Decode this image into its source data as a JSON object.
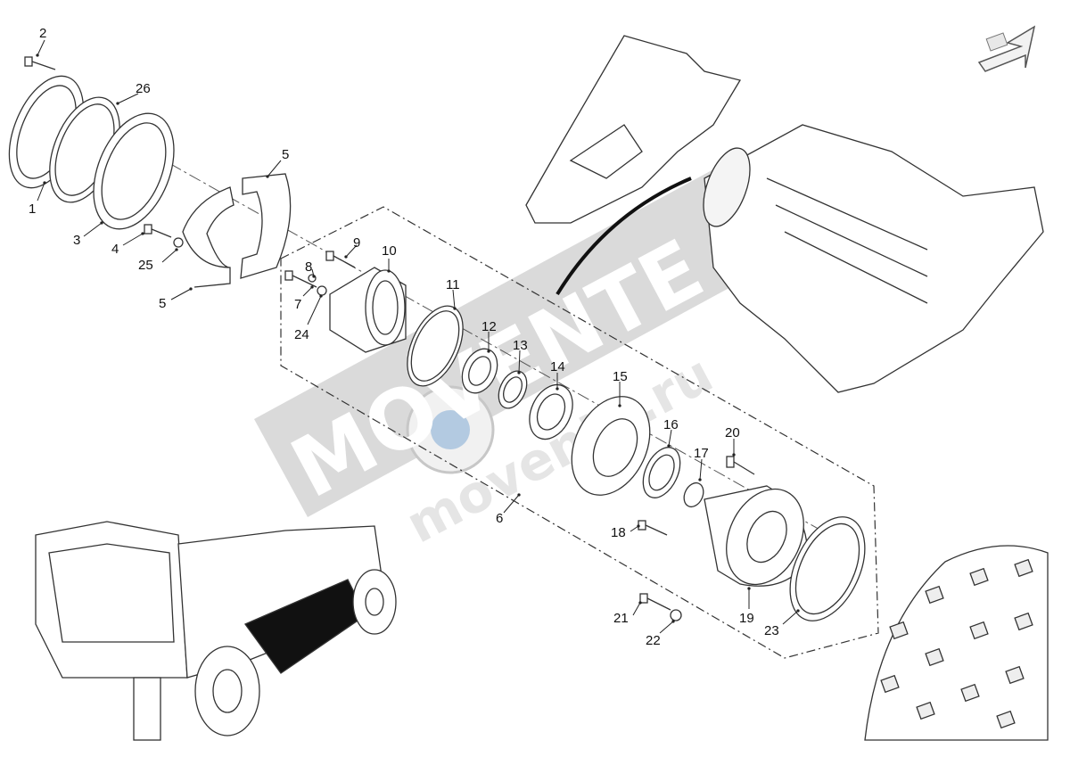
{
  "diagram": {
    "watermark": {
      "brand": "MOVENTE",
      "site": "movente.ru"
    },
    "callouts": [
      "1",
      "2",
      "3",
      "4",
      "5",
      "5",
      "6",
      "7",
      "8",
      "9",
      "10",
      "11",
      "12",
      "13",
      "14",
      "15",
      "16",
      "17",
      "18",
      "19",
      "20",
      "21",
      "22",
      "23",
      "24",
      "25",
      "26"
    ]
  },
  "colors": {
    "line": "#333333",
    "watermark": "#c8c8c8",
    "accent": "#2b6fb6",
    "background": "#ffffff"
  }
}
